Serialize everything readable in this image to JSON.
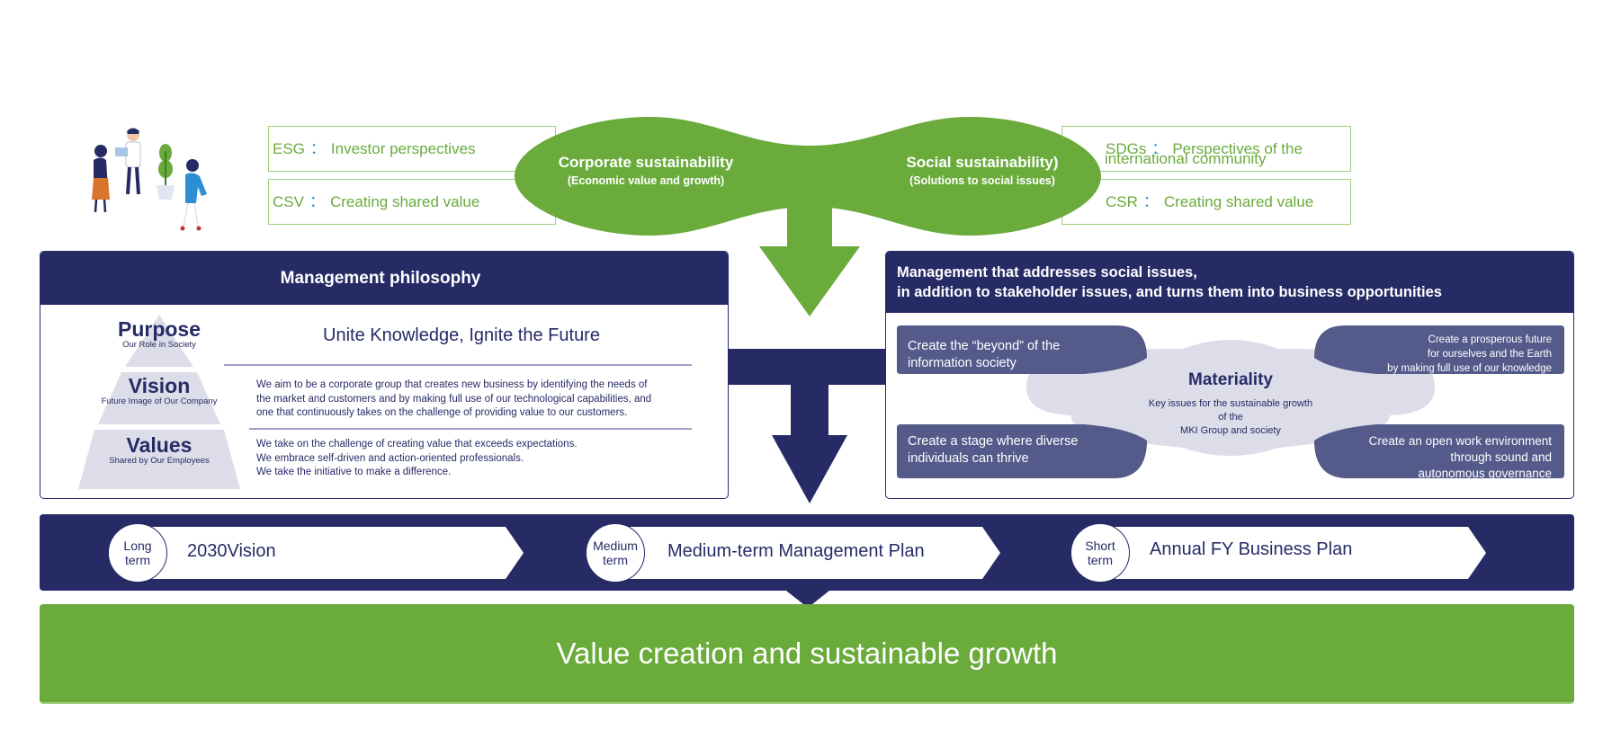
{
  "top": {
    "esg": {
      "key": "ESG",
      "sep": "：",
      "text": "Investor perspectives"
    },
    "csv": {
      "key": "CSV",
      "sep": "：",
      "text": "Creating shared value"
    },
    "sdgs": {
      "key": "SDGs",
      "sep": "：",
      "text_line1": "Perspectives of the",
      "text_line2": "international community"
    },
    "csr": {
      "key": "CSR",
      "sep": "：",
      "text": "Creating shared value"
    },
    "corporate": {
      "title": "Corporate sustainability",
      "subtitle": "(Economic value and growth)"
    },
    "social": {
      "title": "Social sustainability)",
      "subtitle": "(Solutions to social issues)"
    }
  },
  "philosophy": {
    "heading": "Management philosophy",
    "purpose": {
      "word": "Purpose",
      "sub": "Our Role in Society",
      "text": "Unite Knowledge, Ignite the Future"
    },
    "vision": {
      "word": "Vision",
      "sub": "Future Image of Our Company",
      "lines": [
        "We aim to be a corporate group that creates new business by identifying the needs of",
        "the market and customers and by making full use of our technological capabilities, and",
        "one that continuously takes on the challenge of providing value to our customers."
      ]
    },
    "values": {
      "word": "Values",
      "sub": "Shared by Our Employees",
      "lines": [
        "We take on the challenge of creating value that exceeds expectations.",
        "We embrace self-driven and action-oriented professionals.",
        "We take the initiative to make a difference."
      ]
    }
  },
  "materiality": {
    "heading_line1": "Management that addresses social issues,",
    "heading_line2": "in addition to stakeholder issues, and turns them into business opportunities",
    "center_title": "Materiality",
    "center_lines": [
      "Key issues for the sustainable growth",
      "of the",
      "MKI Group and society"
    ],
    "tl": [
      "Create the “beyond” of the",
      "information society"
    ],
    "bl": [
      "Create a stage where diverse",
      "individuals can thrive"
    ],
    "tr": [
      "Create a prosperous future",
      "for ourselves and the Earth",
      "by making full use of our knowledge"
    ],
    "br": [
      "Create an open work environment",
      "through  sound and",
      "autonomous governance"
    ]
  },
  "timeline": [
    {
      "circle_line1": "Long",
      "circle_line2": "term",
      "label": "2030Vision"
    },
    {
      "circle_line1": "Medium",
      "circle_line2": "term",
      "label": "Medium-term Management Plan"
    },
    {
      "circle_line1": "Short",
      "circle_line2": "term",
      "label": "Annual FY Business Plan"
    }
  ],
  "footer": {
    "text": "Value creation and sustainable growth"
  },
  "colors": {
    "navy": "#262b66",
    "green": "#6aab3c",
    "slate": "#545a8a",
    "lavender": "#dcdde8"
  },
  "icons": [
    "people-illustration-icon"
  ]
}
